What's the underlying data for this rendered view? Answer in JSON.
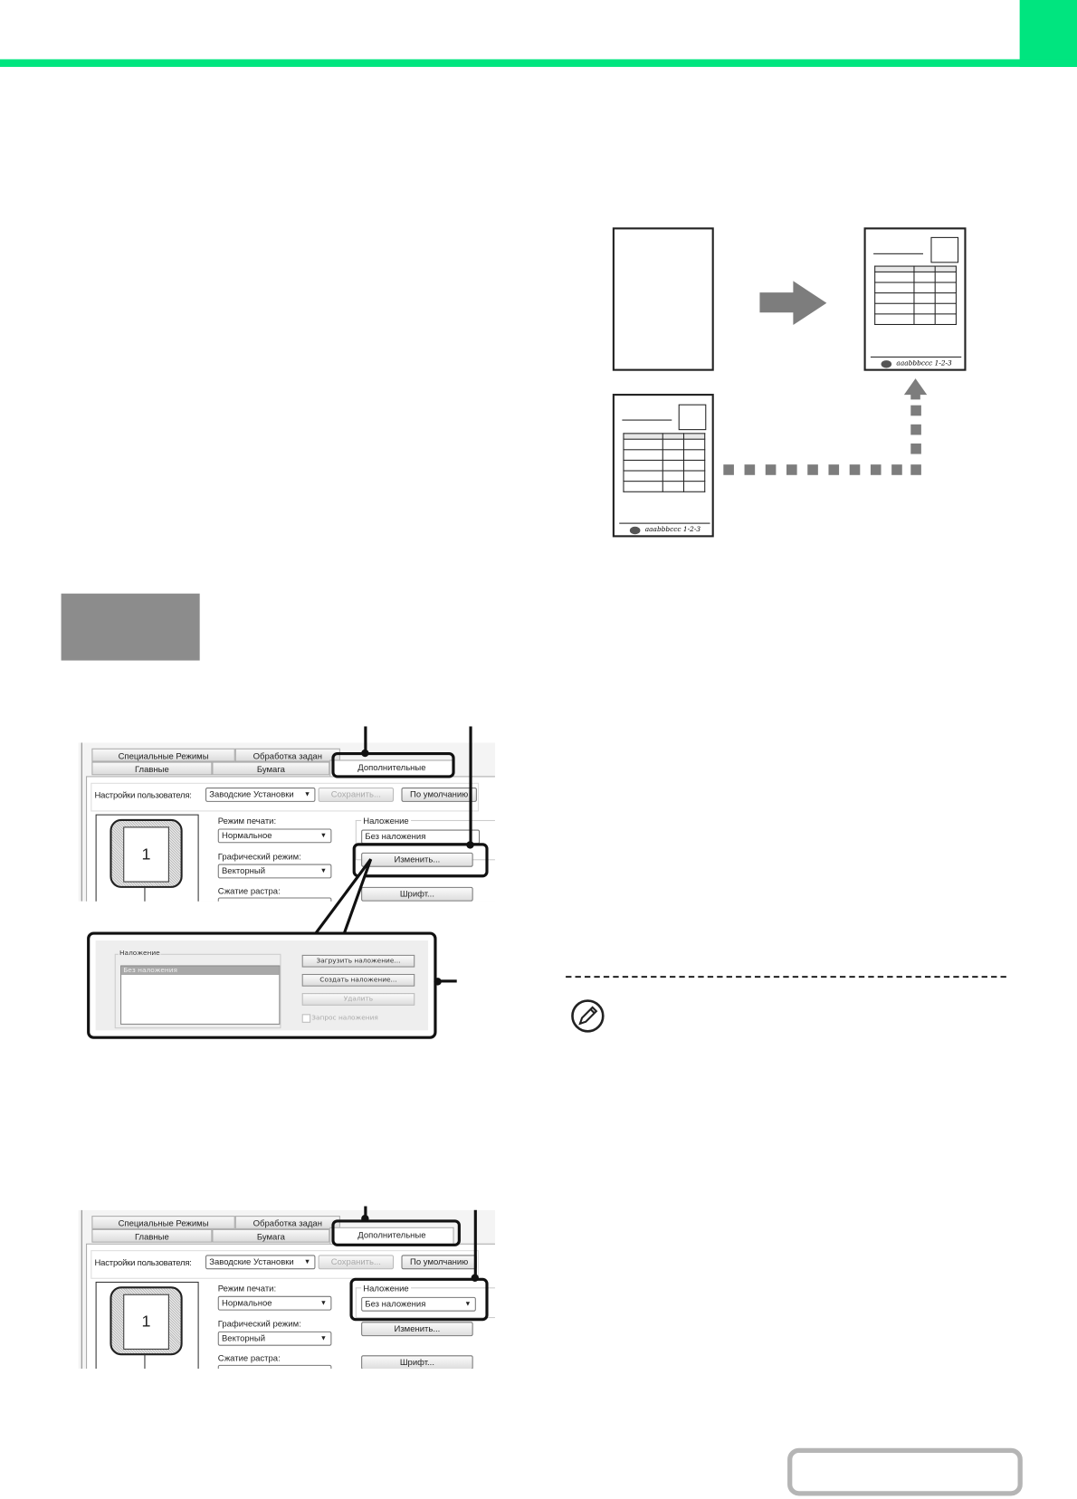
{
  "colors": {
    "accent": "#00e57f",
    "step_box": "#8c8c8c",
    "arrow": "#7d7d7d",
    "nav_border": "#b5b5b5"
  },
  "illustration": {
    "footer_text": "aaabbbccc 1-2-3"
  },
  "dialog1": {
    "tabs_row1": [
      "Специальные Режимы",
      "Обработка задан"
    ],
    "tabs_row2": [
      "Главные",
      "Бумага",
      "Дополнительные"
    ],
    "user_settings_label": "Настройки пользователя:",
    "user_settings_value": "Заводские Установки",
    "save_button": "Сохранить...",
    "default_button": "По умолчанию",
    "preview_page_number": "1",
    "print_mode_label": "Режим печати:",
    "print_mode_value": "Нормальное",
    "graphics_mode_label": "Графический режим:",
    "graphics_mode_value": "Векторный",
    "raster_label": "Сжатие растра:",
    "overlay_group_label": "Наложение",
    "overlay_value": "Без наложения",
    "edit_button": "Изменить...",
    "font_button": "Шрифт..."
  },
  "overlay_dialog": {
    "group_label": "Наложение",
    "list_items": [
      "Без наложения"
    ],
    "load_button": "Загрузить наложение...",
    "create_button": "Создать наложение...",
    "delete_button": "Удалить",
    "confirm_checkbox": "Запрос наложения"
  }
}
